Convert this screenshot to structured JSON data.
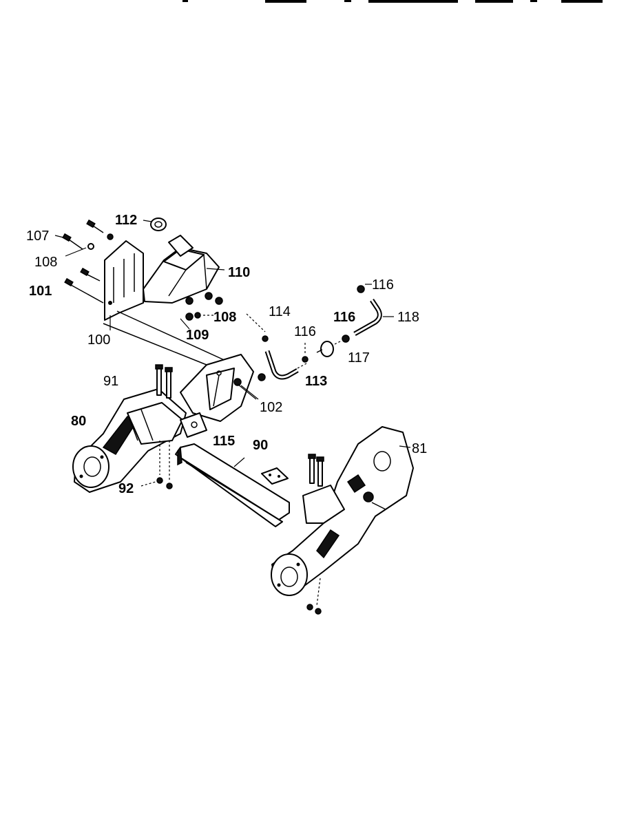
{
  "callouts": [
    {
      "id": "c112",
      "text": "112",
      "bold": true
    },
    {
      "id": "c107",
      "text": "107",
      "bold": false
    },
    {
      "id": "c108a",
      "text": "108",
      "bold": false
    },
    {
      "id": "c101",
      "text": "101",
      "bold": true
    },
    {
      "id": "c110",
      "text": "110",
      "bold": true
    },
    {
      "id": "c100",
      "text": "100",
      "bold": false
    },
    {
      "id": "c109",
      "text": "109",
      "bold": true
    },
    {
      "id": "c108b",
      "text": "108",
      "bold": true
    },
    {
      "id": "c114",
      "text": "114",
      "bold": false
    },
    {
      "id": "c116a",
      "text": "116",
      "bold": false
    },
    {
      "id": "c116b",
      "text": "116",
      "bold": true
    },
    {
      "id": "c116c",
      "text": "116",
      "bold": false
    },
    {
      "id": "c118",
      "text": "118",
      "bold": false
    },
    {
      "id": "c117",
      "text": "117",
      "bold": false
    },
    {
      "id": "c113",
      "text": "113",
      "bold": true
    },
    {
      "id": "c91",
      "text": "91",
      "bold": false
    },
    {
      "id": "c102",
      "text": "102",
      "bold": false
    },
    {
      "id": "c80",
      "text": "80",
      "bold": true
    },
    {
      "id": "c115",
      "text": "115",
      "bold": true
    },
    {
      "id": "c90",
      "text": "90",
      "bold": true
    },
    {
      "id": "c81",
      "text": "81",
      "bold": false
    },
    {
      "id": "c92",
      "text": "92",
      "bold": true
    }
  ]
}
